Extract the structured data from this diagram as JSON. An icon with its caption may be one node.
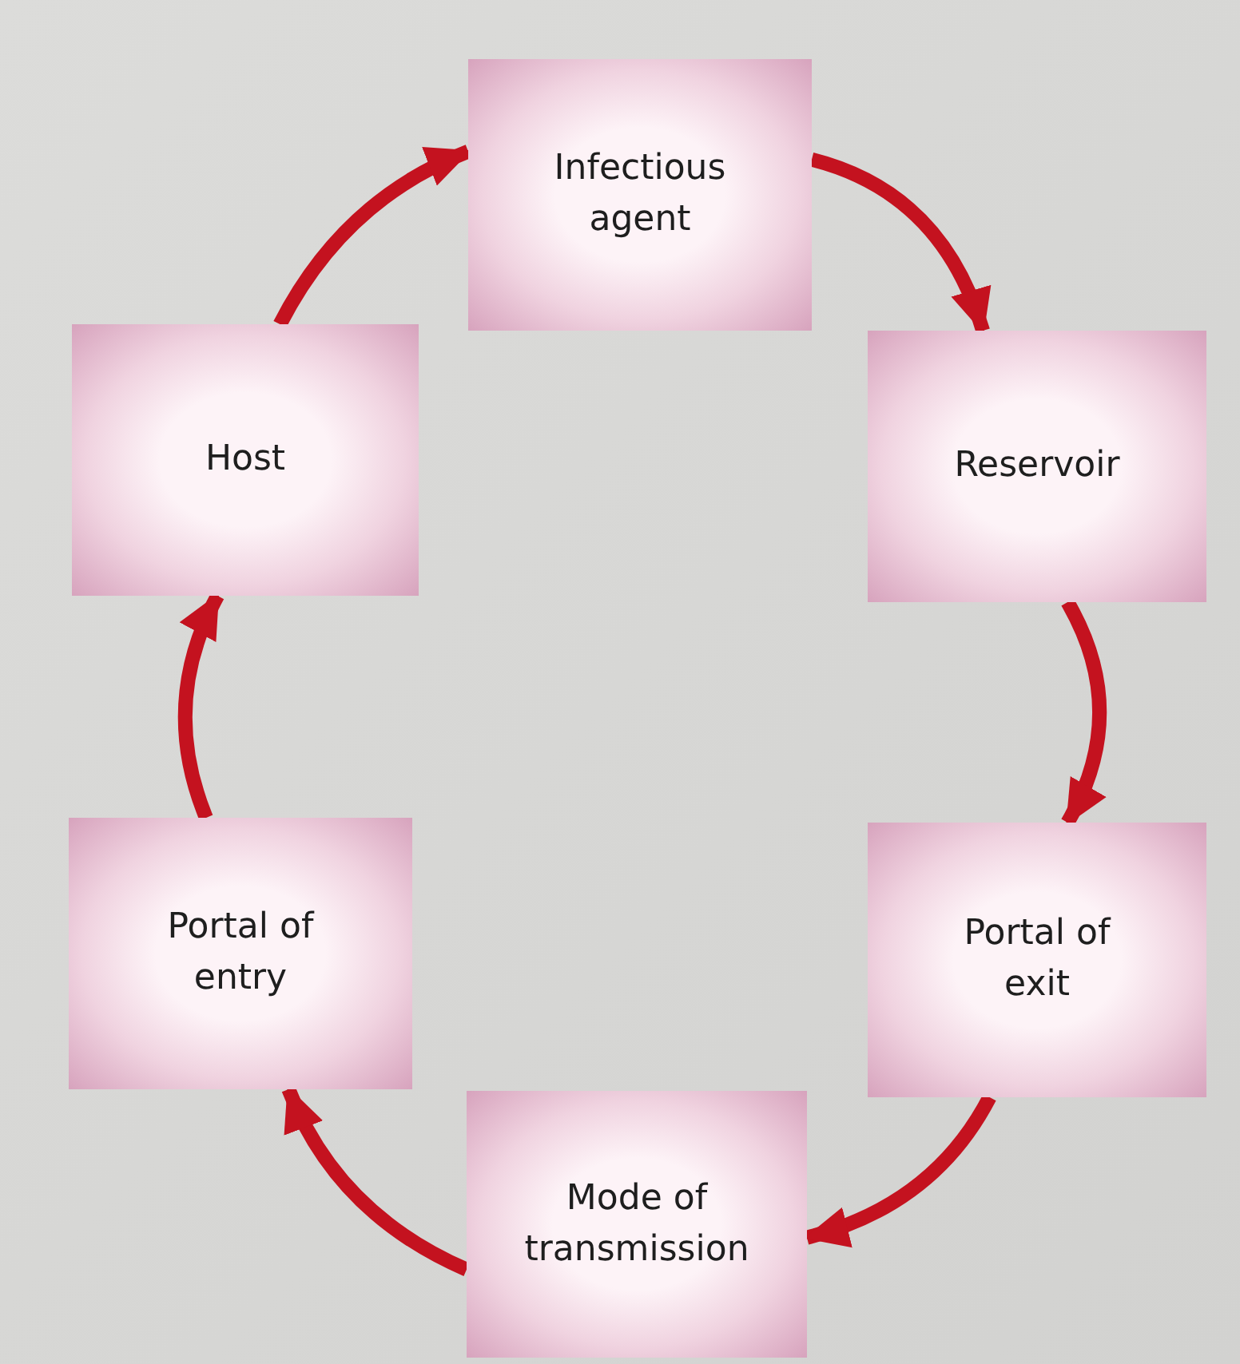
{
  "diagram": {
    "nodes": [
      {
        "text": [
          "Infectious agent"
        ]
      },
      {
        "text": [
          "Reservoir"
        ]
      },
      {
        "text": [
          "Portal of exit"
        ]
      },
      {
        "text": [
          "Mode of transmission"
        ]
      },
      {
        "text": [
          "Portal of entry"
        ]
      },
      {
        "text": [
          "Host"
        ]
      }
    ],
    "edges": [
      {
        "from": 0,
        "to": 1,
        "arrow": "to"
      },
      {
        "from": 1,
        "to": 2,
        "arrow": "to"
      },
      {
        "from": 2,
        "to": 3,
        "arrow": "to"
      },
      {
        "from": 3,
        "to": 4,
        "arrow": "to"
      },
      {
        "from": 4,
        "to": 5,
        "arrow": "to"
      },
      {
        "from": 5,
        "to": 0,
        "arrow": "to"
      }
    ]
  }
}
